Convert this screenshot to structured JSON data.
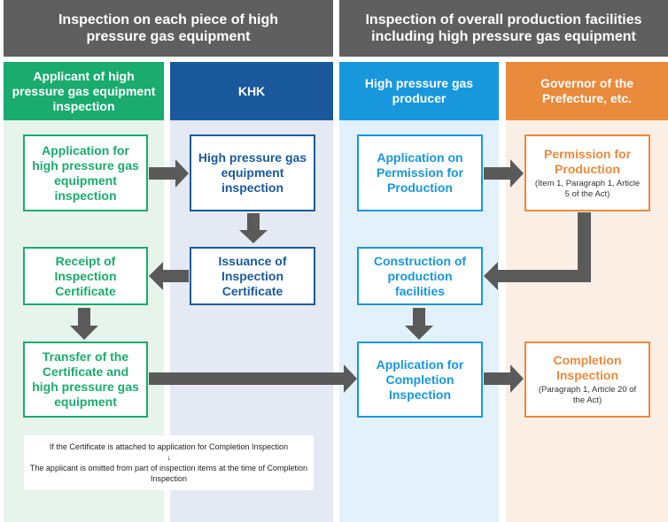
{
  "header": {
    "left_title": "Inspection on each piece of high pressure gas equipment",
    "right_title": "Inspection of overall production facilities including high pressure gas equipment"
  },
  "columns": {
    "applicant": "Applicant of high pressure gas equipment inspection",
    "khk": "KHK",
    "producer": "High pressure gas producer",
    "governor": "Governor of the Prefecture, etc."
  },
  "boxes": {
    "application_equipment": "Application for high pressure gas equipment inspection",
    "equipment_inspection": "High pressure gas equipment inspection",
    "issuance_certificate": "Issuance of Inspection Certificate",
    "receipt_certificate": "Receipt of Inspection Certificate",
    "transfer_certificate": "Transfer of the Certificate and high pressure gas equipment",
    "application_permission": "Application on Permission for Production",
    "permission_production": "Permission for Production",
    "permission_ref": "(Item 1, Paragraph 1, Article 5 of the Act)",
    "construction": "Construction of production facilities",
    "application_completion": "Application for Completion Inspection",
    "completion_inspection": "Completion Inspection",
    "completion_ref": "(Paragraph 1, Article 20 of the Act)"
  },
  "note": {
    "line1": "If the Certificate is attached to application for Completion Inspection",
    "arrow": "↓",
    "line2": "The applicant is omitted from part of inspection items at the time of Completion Inspection"
  },
  "colors": {
    "green": "#1aab6e",
    "navy": "#1a5a9c",
    "blue": "#1897dd",
    "orange": "#ea8a3c",
    "arrow": "#5a5a5a",
    "header": "#5f5f5f"
  }
}
